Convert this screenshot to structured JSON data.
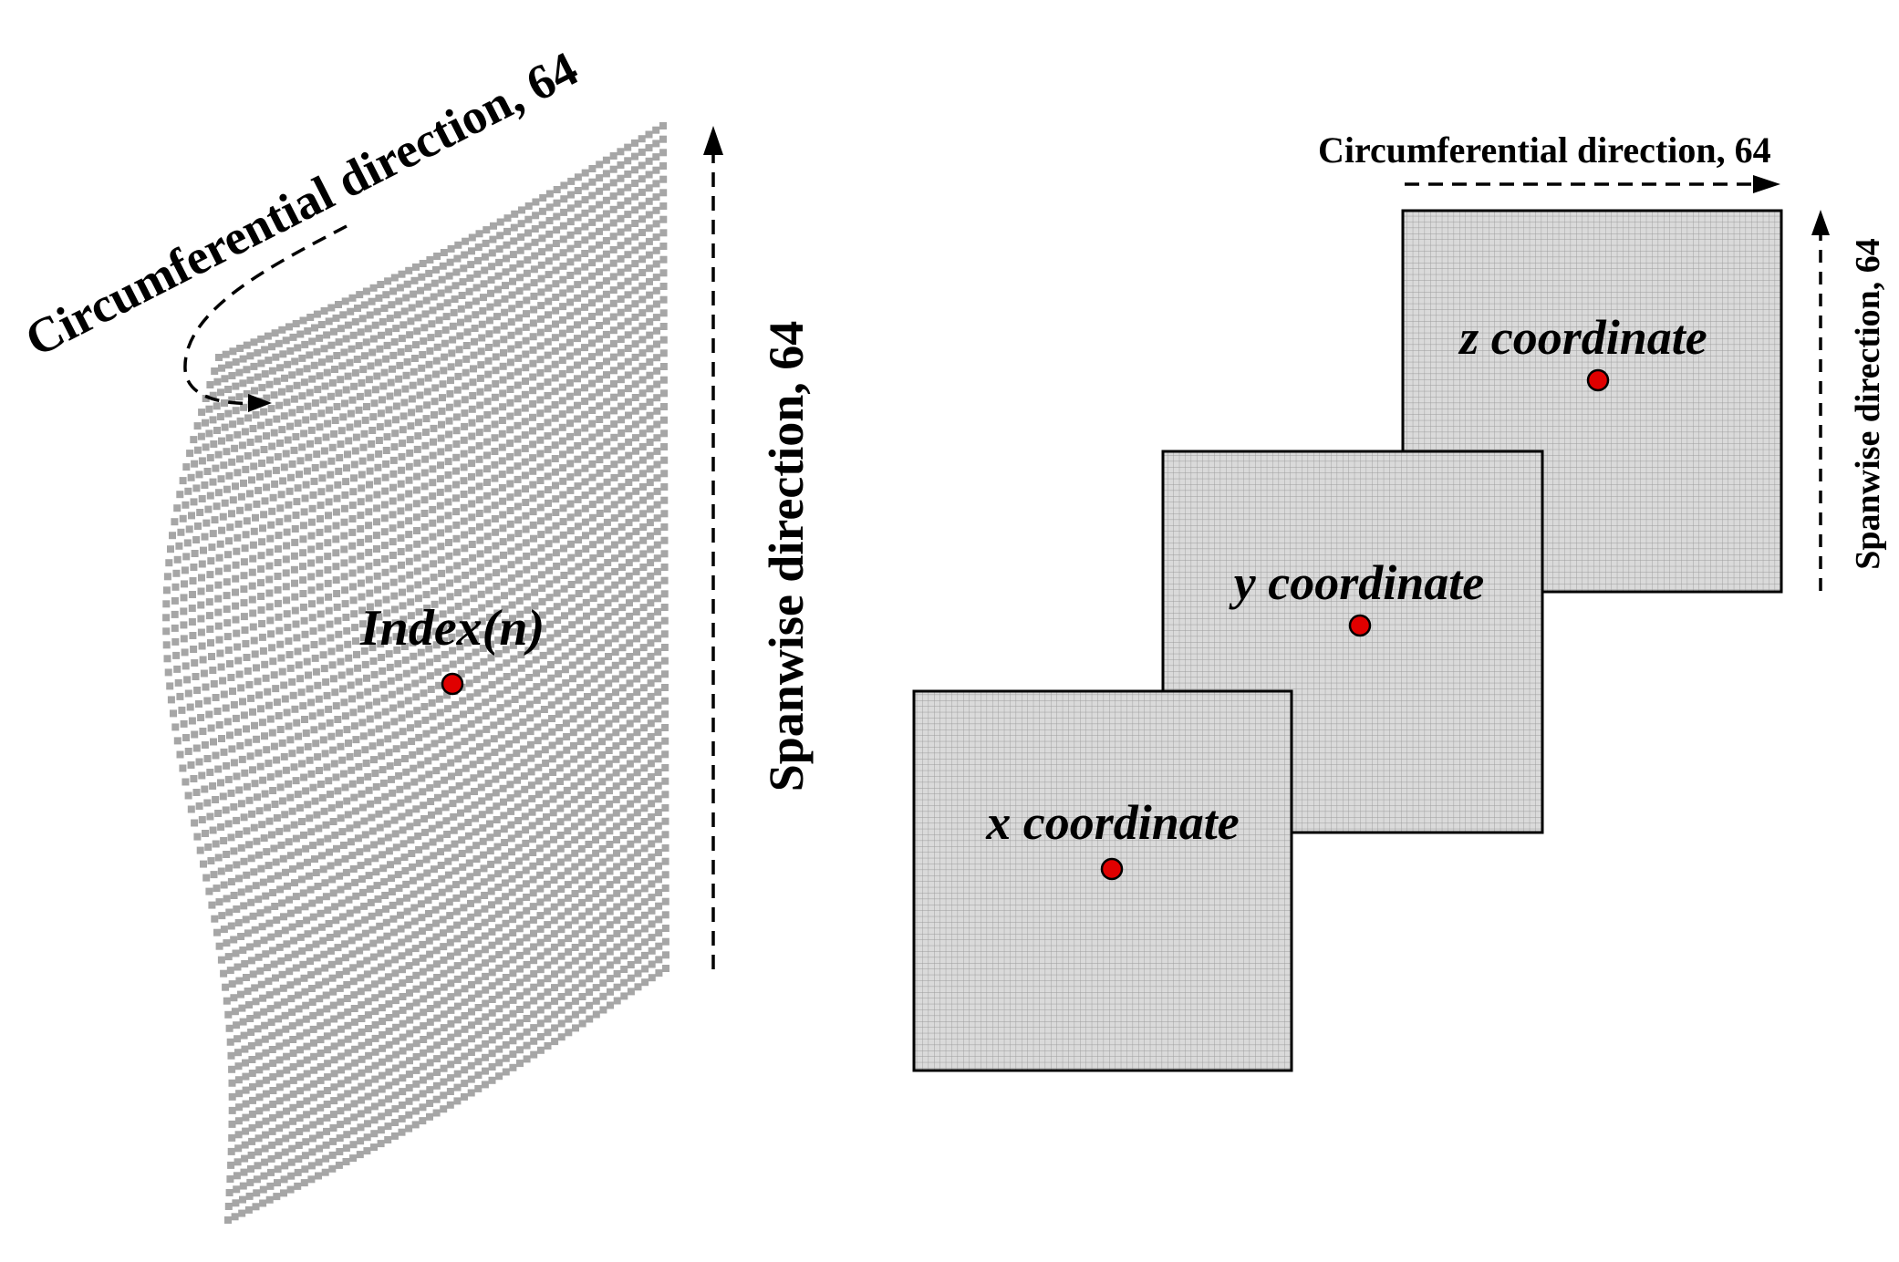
{
  "left_panel": {
    "circumferential_label": "Circumferential direction, 64",
    "spanwise_label": "Spanwise direction, 64",
    "index_label": "Index(n)"
  },
  "right_panel": {
    "circumferential_label": "Circumferential direction, 64",
    "spanwise_label": "Spanwise direction, 64",
    "z_label": "z coordinate",
    "y_label": "y coordinate",
    "x_label": "x coordinate"
  },
  "grid": {
    "circumferential_count": 64,
    "spanwise_count": 64
  },
  "colors": {
    "mesh": "#a6a6a6",
    "point": "#e00000",
    "grid_fill": "#d9d9d9",
    "grid_line": "#9a9a9a",
    "text": "#000000"
  }
}
